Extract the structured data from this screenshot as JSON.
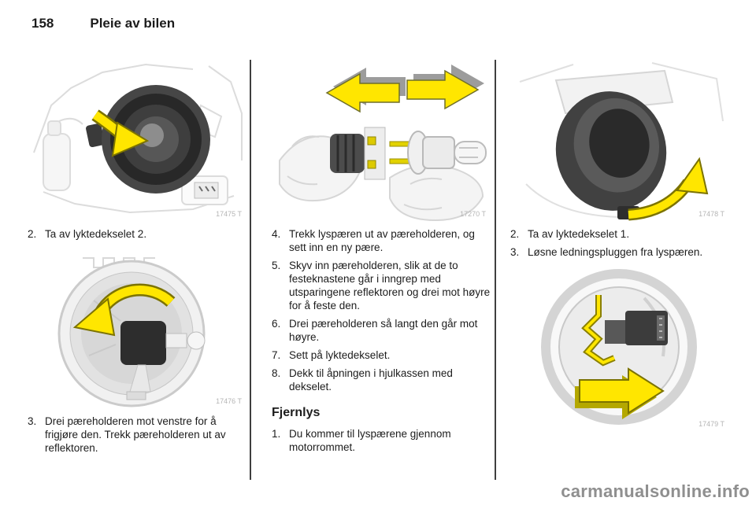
{
  "header": {
    "page_number": "158",
    "title": "Pleie av bilen"
  },
  "left": {
    "figure_top_label": "17475 T",
    "figure_bottom_label": "17476 T",
    "step2": {
      "num": "2.",
      "text": "Ta av lyktedekselet 2."
    },
    "step3": {
      "num": "3.",
      "text": "Drei pæreholderen mot venstre for å frigjøre den. Trekk pæreholderen ut av reflektoren."
    }
  },
  "middle": {
    "figure_label": "17270 T",
    "steps": [
      {
        "num": "4.",
        "text": "Trekk lyspæren ut av pæreholderen, og sett inn en ny pære."
      },
      {
        "num": "5.",
        "text": "Skyv inn pæreholderen, slik at de to festeknastene går i inngrep med utsparingene reflektoren og drei mot høyre for å feste den."
      },
      {
        "num": "6.",
        "text": "Drei pæreholderen så langt den går mot høyre."
      },
      {
        "num": "7.",
        "text": "Sett på lyktedekselet."
      },
      {
        "num": "8.",
        "text": "Dekk til åpningen i hjulkassen med dekselet."
      }
    ],
    "section_heading": "Fjernlys",
    "step1": {
      "num": "1.",
      "text": "Du kommer til lyspærene gjennom motorrommet."
    }
  },
  "right": {
    "figure_top_label": "17478 T",
    "figure_bottom_label": "17479 T",
    "step2": {
      "num": "2.",
      "text": "Ta av lyktedekselet 1."
    },
    "step3": {
      "num": "3.",
      "text": "Løsne ledningspluggen fra lyspæren."
    }
  },
  "watermark": "carmanualsonline.info",
  "colors": {
    "text": "#1c1c1c",
    "arrow_yellow": "#ffe600",
    "arrow_outline": "#7c7300",
    "figure_label_gray": "#b5b5b5",
    "separator": "#3f3f3f",
    "watermark_gray": "#8f8f8f"
  }
}
